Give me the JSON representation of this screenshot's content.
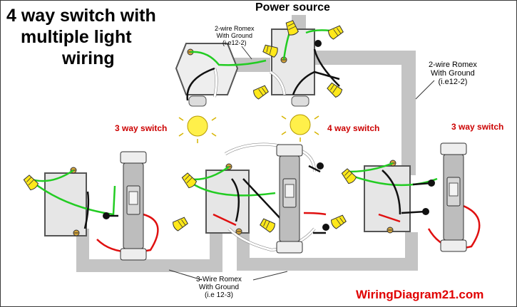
{
  "title": {
    "line1": "4 way switch with",
    "line2": "multiple light",
    "line3": "wiring"
  },
  "labels": {
    "power_source": "Power source",
    "switch_left": "3 way switch",
    "switch_middle": "4 way switch",
    "switch_right": "3 way switch"
  },
  "cables": {
    "top_romex": [
      "2-wire Romex",
      "With Ground",
      "(i.e12-2)"
    ],
    "right_romex": [
      "2-wire Romex",
      "With Ground",
      "(i.e12-2)"
    ],
    "bottom_romex": [
      "3-Wire Romex",
      "With Ground",
      "(i.e 12-3)"
    ]
  },
  "brand": "WiringDiagram21.com",
  "colors": {
    "conduit": "#c4c4c4",
    "hot_wire": "#111111",
    "neutral_wire": "#ffffff",
    "ground_wire": "#22cc22",
    "traveler_wire": "#e01010",
    "wire_nut": "#ffe81a",
    "bulb": "#fff04a",
    "switch_label": "#cc0000",
    "brand_text": "#e00000"
  }
}
